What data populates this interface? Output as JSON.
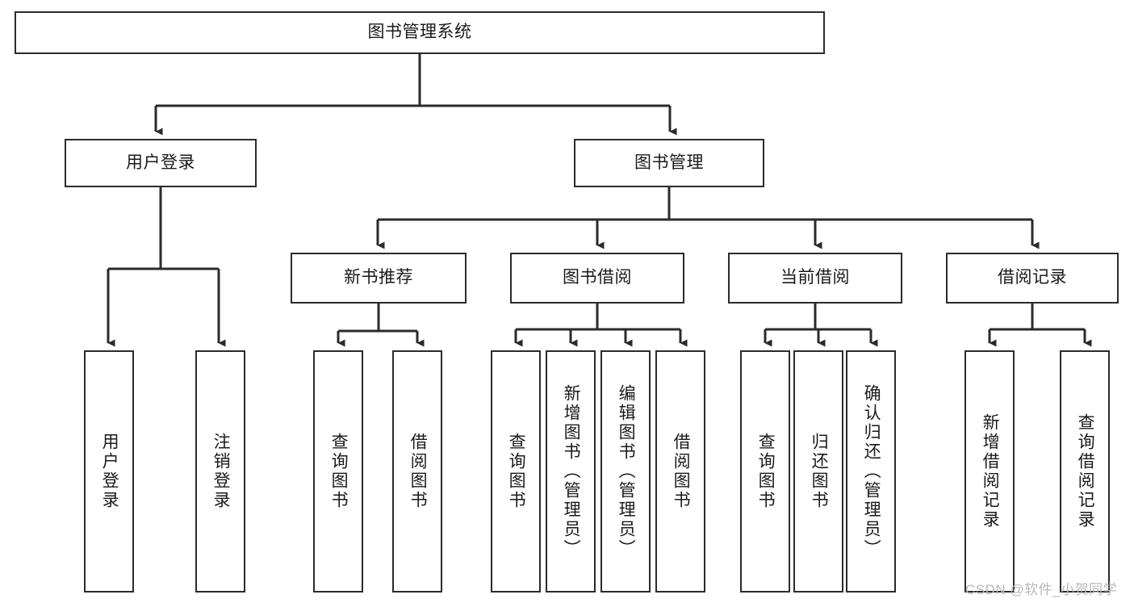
{
  "diagram": {
    "title": "图书管理系统",
    "type": "tree",
    "watermark": "CSDN @软件_小贺同学",
    "colors": {
      "box_border": "#2b2b2b",
      "box_fill": "#ffffff",
      "connector": "#2b2b2b",
      "text": "#1a1a1a",
      "watermark": "#b8b8b8"
    },
    "nodes": {
      "root": {
        "label": "图书管理系统",
        "orientation": "horizontal"
      },
      "level2": [
        {
          "label": "用户登录",
          "orientation": "horizontal"
        },
        {
          "label": "图书管理",
          "orientation": "horizontal"
        }
      ],
      "level3": [
        {
          "label": "新书推荐",
          "orientation": "horizontal"
        },
        {
          "label": "图书借阅",
          "orientation": "horizontal"
        },
        {
          "label": "当前借阅",
          "orientation": "horizontal"
        },
        {
          "label": "借阅记录",
          "orientation": "horizontal"
        }
      ],
      "leaves_user_login": [
        {
          "label": "用户登录",
          "orientation": "vertical"
        },
        {
          "label": "注销登录",
          "orientation": "vertical"
        }
      ],
      "leaves_new_book": [
        {
          "label": "查询图书",
          "orientation": "vertical"
        },
        {
          "label": "借阅图书",
          "orientation": "vertical"
        }
      ],
      "leaves_borrow": [
        {
          "label": "查询图书",
          "orientation": "vertical"
        },
        {
          "label": "新增图书（管理员）",
          "orientation": "vertical"
        },
        {
          "label": "编辑图书（管理员）",
          "orientation": "vertical"
        },
        {
          "label": "借阅图书",
          "orientation": "vertical"
        }
      ],
      "leaves_current": [
        {
          "label": "查询图书",
          "orientation": "vertical"
        },
        {
          "label": "归还图书",
          "orientation": "vertical"
        },
        {
          "label": "确认归还（管理员）",
          "orientation": "vertical"
        }
      ],
      "leaves_records": [
        {
          "label": "新增借阅记录",
          "orientation": "vertical"
        },
        {
          "label": "查询借阅记录",
          "orientation": "vertical"
        }
      ]
    }
  }
}
